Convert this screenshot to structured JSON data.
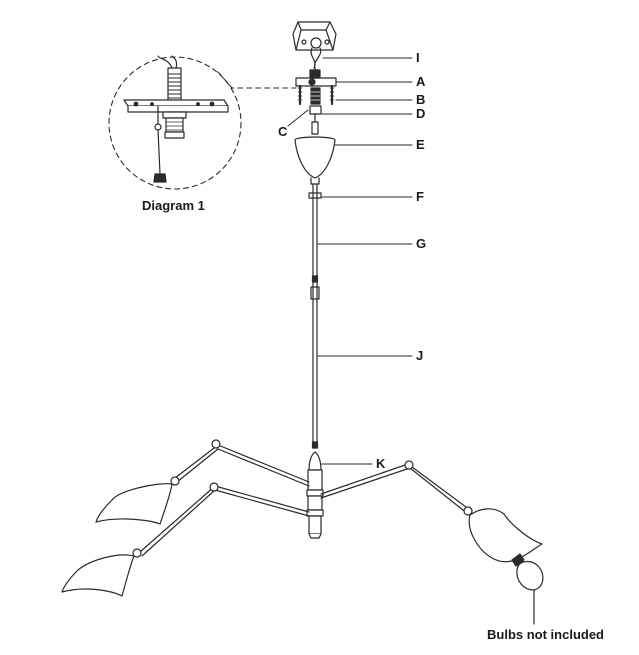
{
  "diagram": {
    "inset_caption": "Diagram 1",
    "bulb_note": "Bulbs not included",
    "labels": {
      "I": "I",
      "A": "A",
      "B": "B",
      "C": "C",
      "D": "D",
      "E": "E",
      "F": "F",
      "G": "G",
      "J": "J",
      "K": "K"
    }
  }
}
